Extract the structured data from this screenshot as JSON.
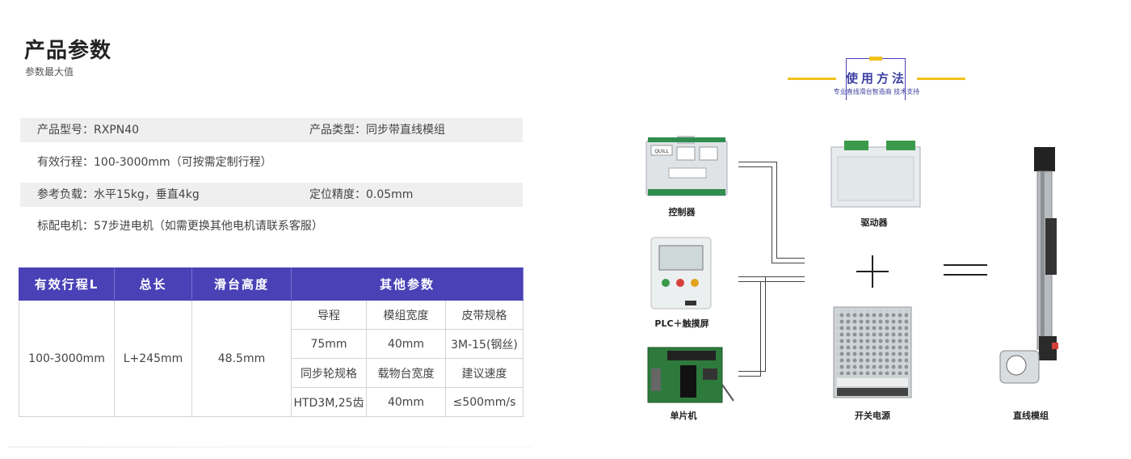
{
  "header": {
    "title": "产品参数",
    "subtitle": "参数最大值"
  },
  "specs": [
    {
      "a": "产品型号：RXPN40",
      "b": "产品类型：同步带直线模组"
    },
    {
      "a": "有效行程：100-3000mm（可按需定制行程）",
      "b": ""
    },
    {
      "a": "参考负载：水平15kg，垂直4kg",
      "b": "定位精度：0.05mm"
    },
    {
      "a": "标配电机：57步进电机（如需更换其他电机请联系客服）",
      "b": ""
    }
  ],
  "table": {
    "headers": [
      "有效行程L",
      "总长",
      "滑台高度",
      "其他参数"
    ],
    "stroke": "100-3000mm",
    "length": "L+245mm",
    "height": "48.5mm",
    "other": [
      [
        "导程",
        "模组宽度",
        "皮带规格"
      ],
      [
        "75mm",
        "40mm",
        "3M-15(钢丝)"
      ],
      [
        "同步轮规格",
        "载物台宽度",
        "建议速度"
      ],
      [
        "HTD3M,25齿",
        "40mm",
        "≤500mm/s"
      ]
    ]
  },
  "usage": {
    "title": "使用方法",
    "subtitle": "专业直线滑台智造商 技术支持",
    "controller": "控制器",
    "plc": "PLC＋触摸屏",
    "mcu": "单片机",
    "driver": "驱动器",
    "power": "开关电源",
    "module": "直线模组",
    "controller_panel_text": "QUILL"
  },
  "colors": {
    "accent": "#4a41b6",
    "highlight": "#f2c21b"
  }
}
